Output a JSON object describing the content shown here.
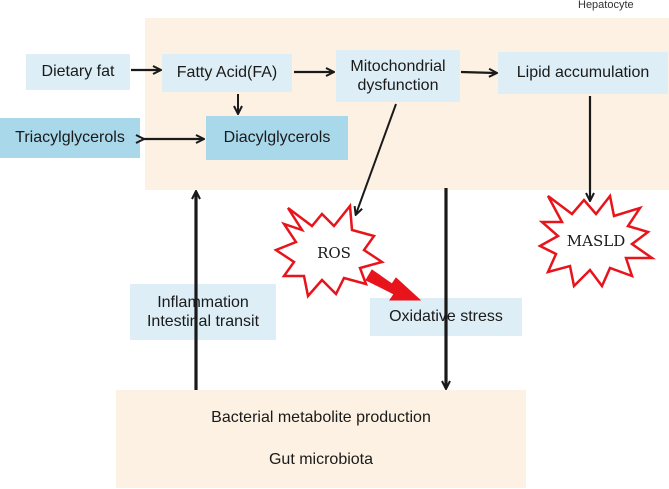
{
  "hepatocyte": {
    "label": "Hepatocyte"
  },
  "nodes": {
    "dietary_fat": "Dietary fat",
    "fatty_acid": "Fatty Acid(FA)",
    "mitochondrial": {
      "line1": "Mitochondrial",
      "line2": "dysfunction"
    },
    "lipid_accumulation": "Lipid accumulation",
    "triacylglycerols": "Triacylglycerols",
    "diacylglycerols": "Diacylglycerols",
    "ros": "ROS",
    "masld": "MASLD",
    "oxidative_stress": "Oxidative stress",
    "inflammation": {
      "line1": "Inflammation",
      "line2": "Intestinal transit"
    }
  },
  "gut": {
    "metabolite": "Bacterial metabolite production",
    "microbiota": "Gut microbiota"
  },
  "colors": {
    "region_fill": "#fcf1e3",
    "box_light": "#ddeef6",
    "box_mid": "#a8d8ea",
    "burst_stroke": "#e8141c",
    "arrow": "#1a1a1a",
    "red_arrow": "#e8141c"
  }
}
